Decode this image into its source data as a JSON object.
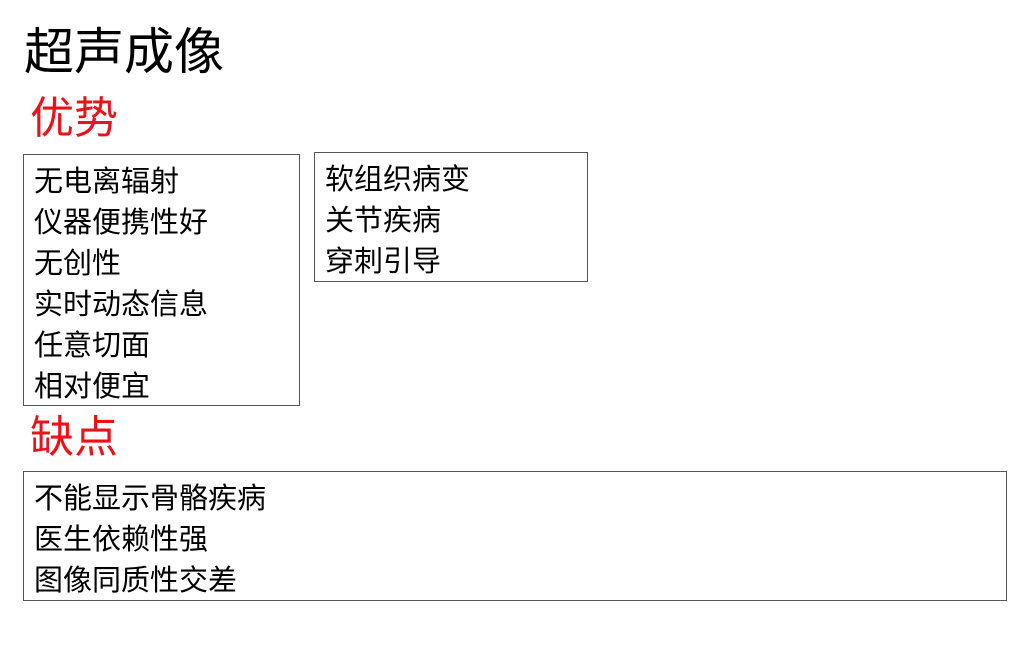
{
  "title": "超声成像",
  "advantages": {
    "heading": "优势",
    "items": [
      "无电离辐射",
      "仪器便携性好",
      "无创性",
      "实时动态信息",
      "任意切面",
      "相对便宜"
    ]
  },
  "applications": {
    "items": [
      "软组织病变",
      "关节疾病",
      "穿刺引导"
    ]
  },
  "disadvantages": {
    "heading": "缺点",
    "items": [
      "不能显示骨骼疾病",
      "医生依赖性强",
      "图像同质性交差"
    ]
  },
  "colors": {
    "heading_red": "#e8141b",
    "text": "#000000",
    "border": "#555555"
  }
}
